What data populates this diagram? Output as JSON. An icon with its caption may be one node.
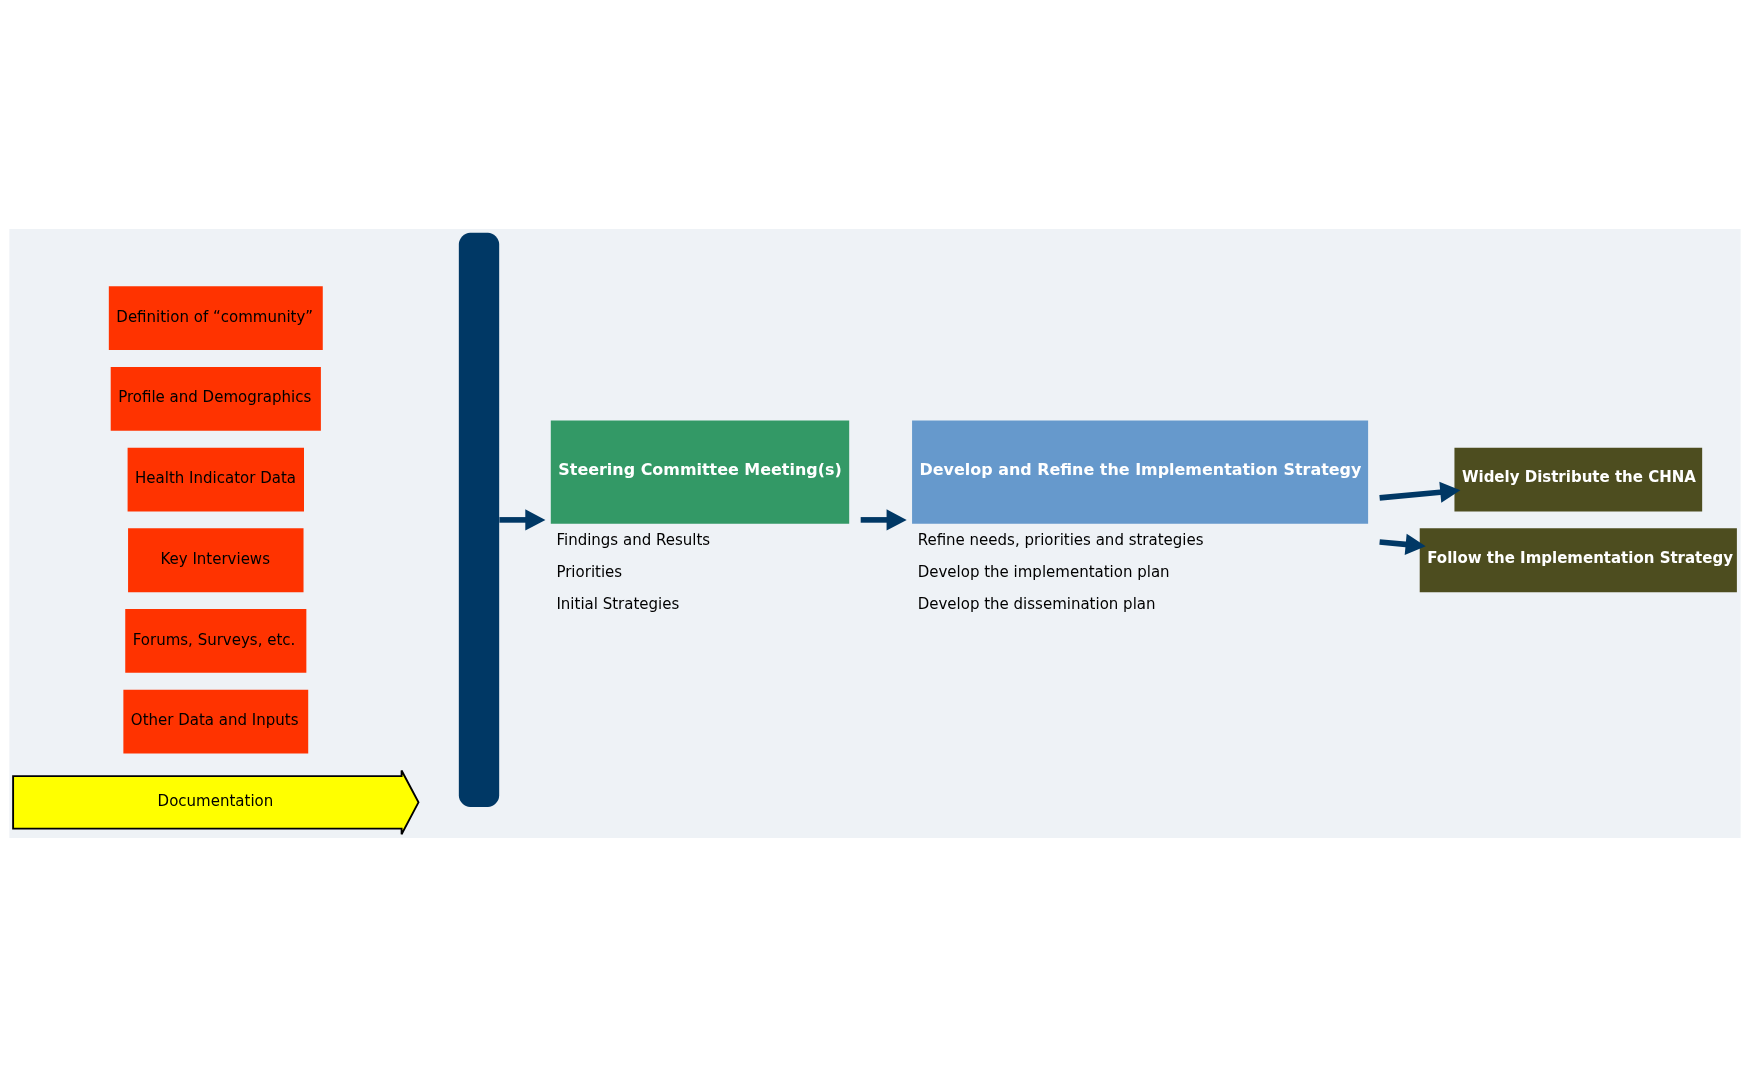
{
  "diagram": {
    "nodes": [
      {
        "text": [
          "Definition of “community”"
        ]
      },
      {
        "text": [
          "Profile and Demographics"
        ]
      },
      {
        "text": [
          "Health Indicator Data"
        ]
      },
      {
        "text": [
          "Key Interviews"
        ]
      },
      {
        "text": [
          "Forums, Surveys, etc."
        ]
      },
      {
        "text": [
          "Other Data and Inputs"
        ]
      },
      {
        "text": [],
        "shape": "bar"
      },
      {
        "text": [
          "Steering Committee Meeting(s)"
        ],
        "beside": [
          "Findings and Results",
          "Priorities",
          "Initial Strategies"
        ]
      },
      {
        "text": [
          "Develop and Refine the Implementation Strategy"
        ],
        "beside": [
          "Refine needs, priorities and strategies",
          "Develop the implementation plan",
          "Develop the dissemination plan"
        ]
      },
      {
        "text": [
          "Widely Distribute the CHNA"
        ]
      },
      {
        "text": [
          "Follow the Implementation Strategy"
        ]
      },
      {
        "text": [
          "Documentation"
        ]
      }
    ],
    "edges": [
      {
        "from": 6,
        "to": 7,
        "arrow": "to"
      },
      {
        "from": 7,
        "to": 8,
        "arrow": "to"
      },
      {
        "from": 8,
        "to": 9,
        "arrow": "to"
      },
      {
        "from": 8,
        "to": 10,
        "arrow": "to"
      }
    ]
  }
}
